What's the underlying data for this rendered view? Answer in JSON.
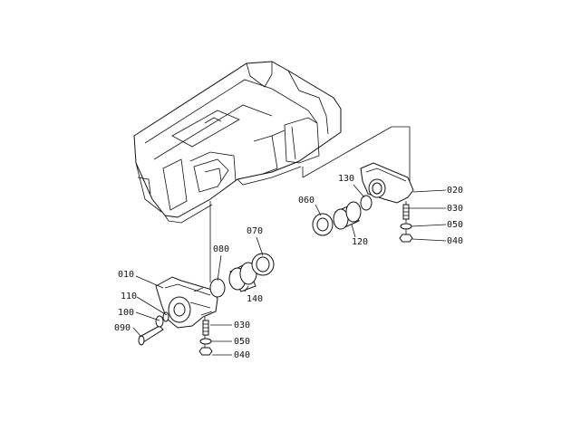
{
  "labels": {
    "p010": "010",
    "p020": "020",
    "p030a": "030",
    "p030b": "030",
    "p040a": "040",
    "p040b": "040",
    "p050a": "050",
    "p050b": "050",
    "p060": "060",
    "p070": "070",
    "p080": "080",
    "p090": "090",
    "p100": "100",
    "p110": "110",
    "p120": "120",
    "p130": "130",
    "p140": "140"
  }
}
